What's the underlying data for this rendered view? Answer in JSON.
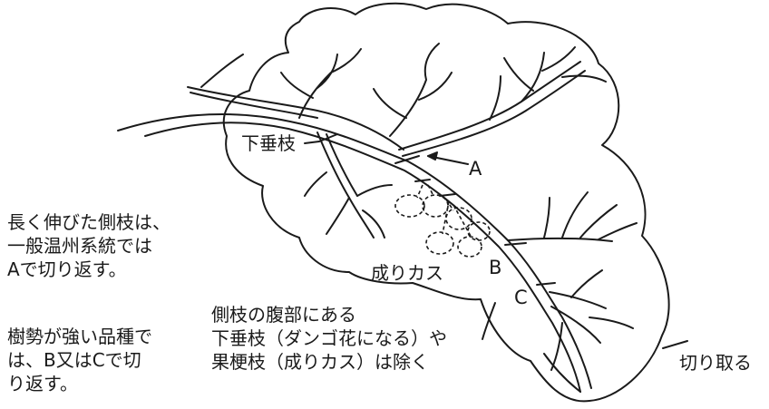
{
  "labels": {
    "kasoushi": "下垂枝",
    "point_a": "A",
    "point_b": "B",
    "point_c": "C",
    "narikasu": "成りカス",
    "kiritoru": "切り取る"
  },
  "notes": {
    "left_top": [
      "長く伸びた側枝は、",
      "一般温州系統では",
      "Aで切り返す。"
    ],
    "left_bottom": [
      "樹勢が強い品種で",
      "は、B又はCで切",
      "り返す。"
    ],
    "center": [
      "側枝の腹部にある",
      "下垂枝（ダンゴ花になる）や",
      "果梗枝（成りカス）は除く"
    ]
  },
  "colors": {
    "ink": "#1a1a1a",
    "background": "#ffffff"
  }
}
